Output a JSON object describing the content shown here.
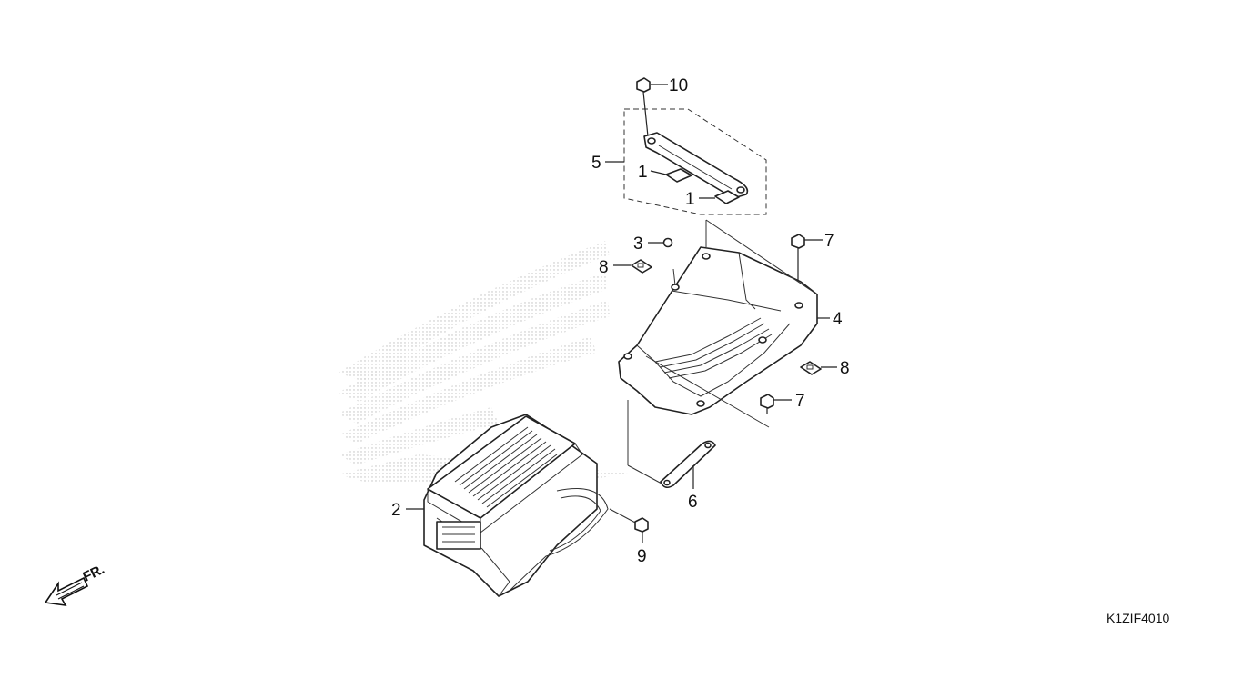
{
  "diagram_code": "K1ZIF4010",
  "direction_label": "FR.",
  "callouts": {
    "c1a": "1",
    "c1b": "1",
    "c2": "2",
    "c3": "3",
    "c4": "4",
    "c5": "5",
    "c6": "6",
    "c7a": "7",
    "c7b": "7",
    "c8a": "8",
    "c8b": "8",
    "c9": "9",
    "c10": "10"
  },
  "colors": {
    "line": "#222222",
    "watermark": "#c9c9c9"
  }
}
